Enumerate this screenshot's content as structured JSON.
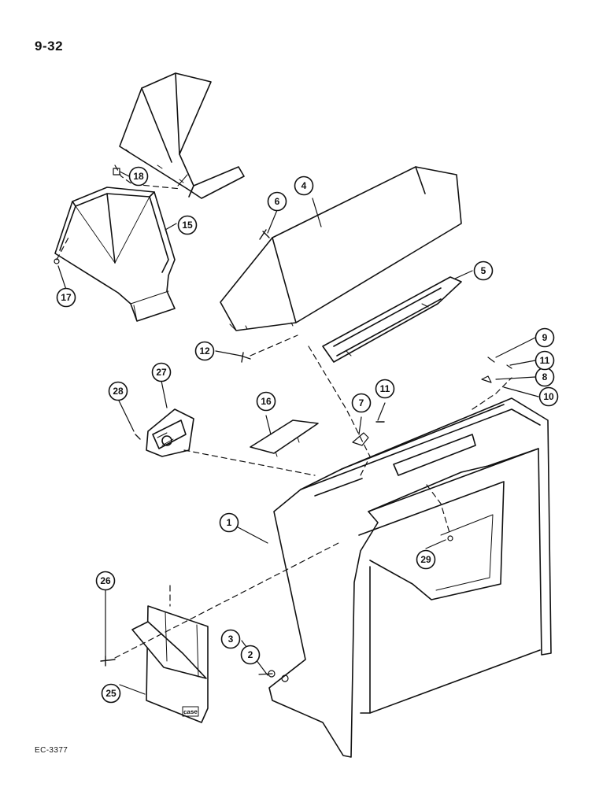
{
  "page": {
    "number": "9-32",
    "figure_code": "EC-3377"
  },
  "colors": {
    "line": "#111111",
    "paper": "#ffffff"
  },
  "logo_text": "case",
  "callouts": [
    "1",
    "2",
    "3",
    "4",
    "5",
    "6",
    "7",
    "8",
    "9",
    "10",
    "11",
    "11",
    "12",
    "15",
    "16",
    "17",
    "18",
    "25",
    "26",
    "27",
    "28",
    "29"
  ]
}
